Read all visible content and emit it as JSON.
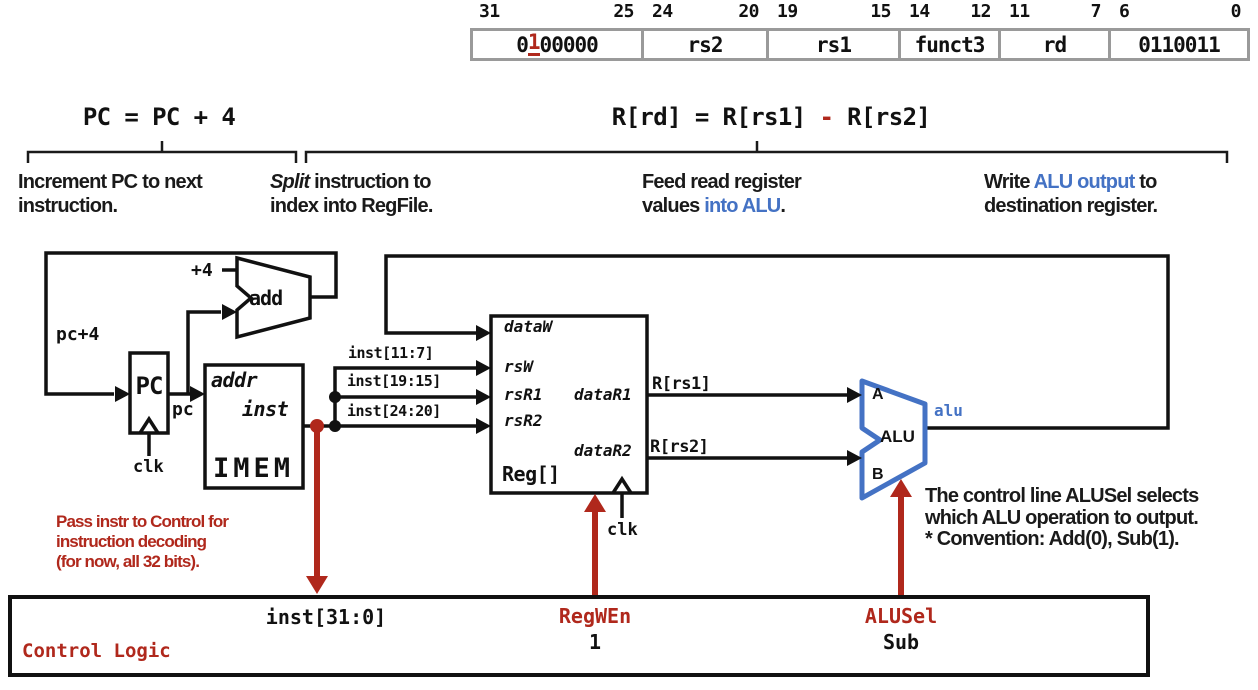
{
  "colors": {
    "accent_red": "#b0281c",
    "accent_blue": "#4472c4",
    "table_border": "#9a9a9a"
  },
  "encoding": {
    "fields": [
      {
        "hi": "31",
        "lo": "25",
        "prefix": "0",
        "highlight": "1",
        "suffix": "00000"
      },
      {
        "hi": "24",
        "lo": "20",
        "value": "rs2"
      },
      {
        "hi": "19",
        "lo": "15",
        "value": "rs1"
      },
      {
        "hi": "14",
        "lo": "12",
        "value": "funct3"
      },
      {
        "hi": "11",
        "lo": "7",
        "value": "rd"
      },
      {
        "hi": "6",
        "lo": "0",
        "value": "0110011"
      }
    ]
  },
  "headers": {
    "pc": "PC = PC + 4",
    "rd_pre": "R[rd] = R[rs1] ",
    "rd_minus": "-",
    "rd_post": " R[rs2]"
  },
  "annotations": {
    "increment": {
      "line1": "Increment PC to next",
      "line2": "instruction."
    },
    "split": {
      "italic": "Split",
      "rest": " instruction to",
      "line2": "index into RegFile."
    },
    "feed": {
      "line1": "Feed read register",
      "pre": "values ",
      "blue": "into ALU",
      "post": "."
    },
    "write": {
      "pre": "Write ",
      "blue": "ALU output",
      "post": " to",
      "line2": "destination register."
    }
  },
  "datapath": {
    "pc_plus4_wire": "pc+4",
    "plus4": "+4",
    "adder": "add",
    "pc_register": "PC",
    "pc_wire": "pc",
    "clk_pc": "clk",
    "imem_addr": "addr",
    "imem_inst": "inst",
    "imem": "IMEM",
    "inst_11_7": "inst[11:7]",
    "inst_19_15": "inst[19:15]",
    "inst_24_20": "inst[24:20]",
    "dataW": "dataW",
    "rsW": "rsW",
    "rsR1": "rsR1",
    "rsR2": "rsR2",
    "dataR1": "dataR1",
    "dataR2": "dataR2",
    "regfile": "Reg[]",
    "clk_reg": "clk",
    "r_rs1": "R[rs1]",
    "r_rs2": "R[rs2]",
    "alu_a": "A",
    "alu": "ALU",
    "alu_b": "B",
    "alu_wire": "alu"
  },
  "notes": {
    "pass_instr": [
      "Pass instr to Control for",
      "instruction decoding",
      "(for now, all 32 bits)."
    ],
    "alusel": [
      "The control line ALUSel selects",
      "which ALU operation to output.",
      "* Convention: Add(0), Sub(1)."
    ]
  },
  "control": {
    "title": "Control Logic",
    "inst_label": "inst[31:0]",
    "regwen_label": "RegWEn",
    "regwen_value": "1",
    "alusel_label": "ALUSel",
    "alusel_value": "Sub"
  }
}
